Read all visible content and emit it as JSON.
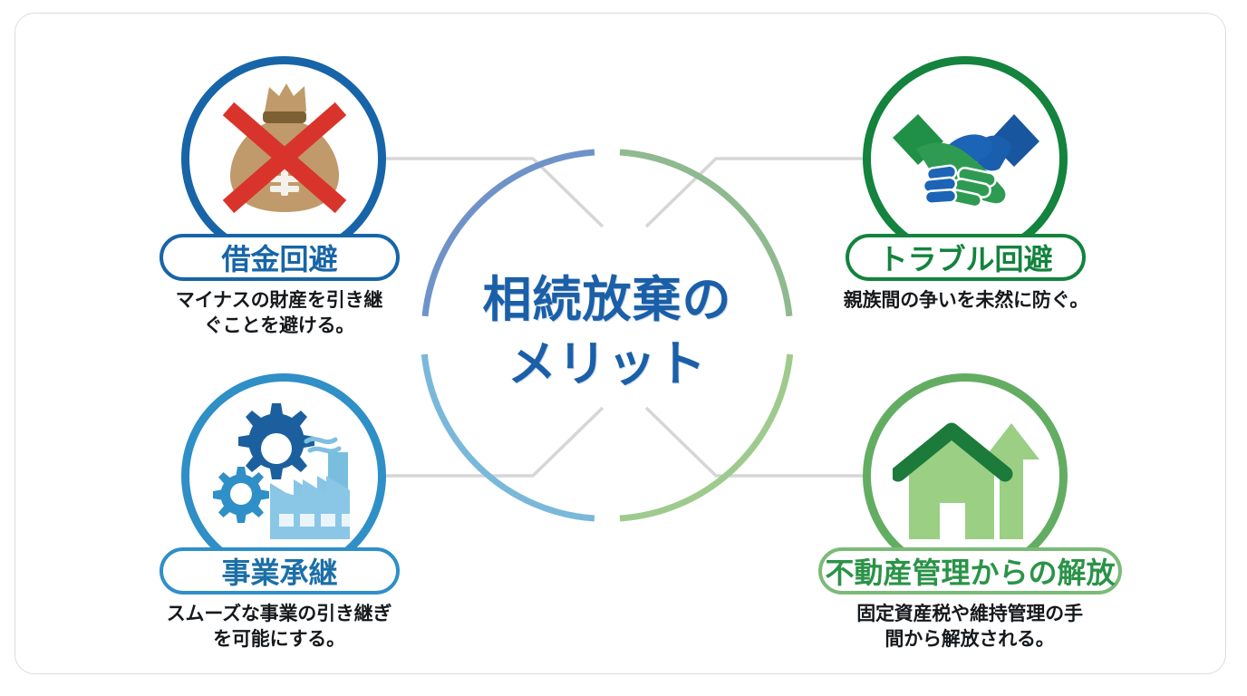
{
  "infographic": {
    "center": {
      "title_line1": "相続放棄の",
      "title_line2": "メリット",
      "title_color": "#1b5fa8",
      "ring_colors": [
        "#6f93c9",
        "#8fb98f",
        "#9ecb8d",
        "#7ab8d9"
      ]
    },
    "nodes": [
      {
        "id": "debt-avoidance",
        "label": "借金回避",
        "caption_line1": "マイナスの財産を引き継",
        "caption_line2": "ぐことを避ける。",
        "icon": "money-bag-crossed-out-icon",
        "accent_color": "#1765a8",
        "position": "top-left"
      },
      {
        "id": "trouble-avoidance",
        "label": "トラブル回避",
        "caption_line1": "親族間の争いを未然に防ぐ。",
        "caption_line2": "",
        "icon": "handshake-icon",
        "accent_color": "#13833d",
        "position": "top-right"
      },
      {
        "id": "business-succession",
        "label": "事業承継",
        "caption_line1": "スムーズな事業の引き継ぎ",
        "caption_line2": "を可能にする。",
        "icon": "factory-gears-icon",
        "accent_color": "#2f8fc7",
        "position": "bottom-left"
      },
      {
        "id": "real-estate-release",
        "label": "不動産管理からの解放",
        "caption_line1": "固定資産税や維持管理の手",
        "caption_line2": "間から解放される。",
        "icon": "house-up-arrow-icon",
        "accent_color": "#63ad63",
        "position": "bottom-right"
      }
    ],
    "connector_color": "#d6d6d6",
    "frame_color": "#dcdcdc",
    "background_color": "#ffffff"
  }
}
